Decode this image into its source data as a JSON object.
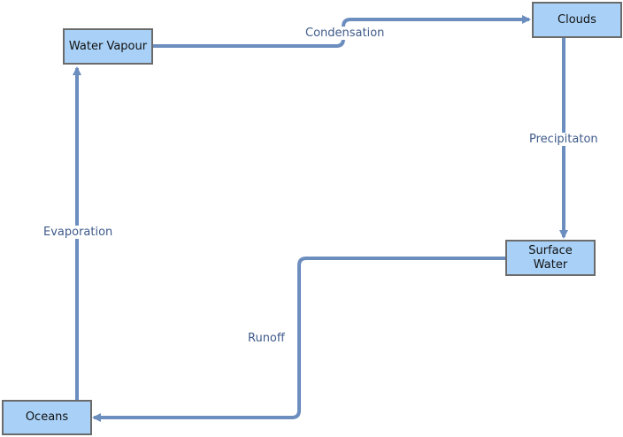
{
  "colors": {
    "node_fill": "#a9d1f7",
    "node_border": "#6b6b6b",
    "edge": "#6c8ebf",
    "label_text": "#3f5a8a"
  },
  "nodes": {
    "water_vapour": "Water Vapour",
    "clouds": "Clouds",
    "surface_water_line1": "Surface",
    "surface_water_line2": "Water",
    "oceans": "Oceans"
  },
  "edges": {
    "condensation": "Condensation",
    "precipitation": "Precipitaton",
    "runoff": "Runoff",
    "evaporation": "Evaporation"
  }
}
